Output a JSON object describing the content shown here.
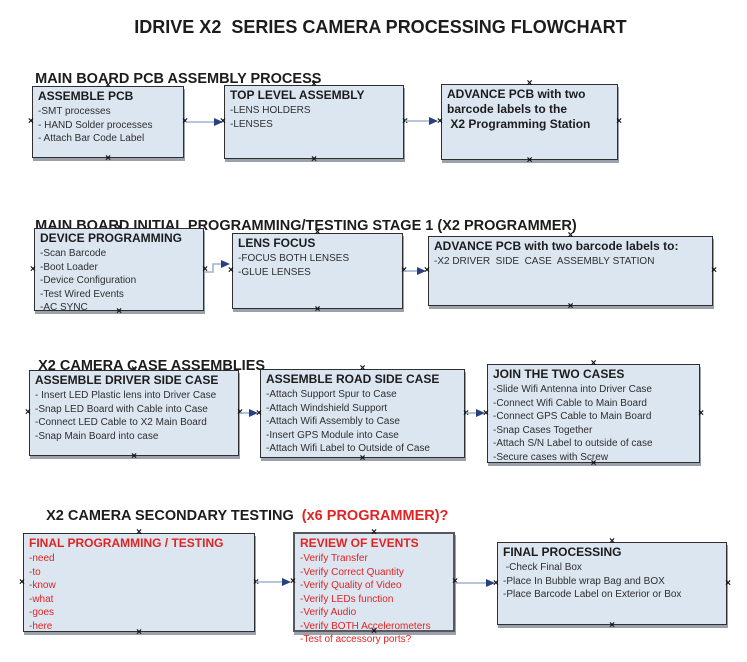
{
  "page_title": "IDRIVE X2  SERIES CAMERA PROCESSING FLOWCHART",
  "handle_glyph": "×",
  "colors": {
    "box_fill": "#dce6f1",
    "box_border": "#2f2f2f",
    "box_shadow": "#9aa1ab",
    "red": "#df2423",
    "text": "#1c1c1c",
    "item_text": "#2e2e2e",
    "arrow_line": "#9db4d4",
    "arrow_head": "#26417e"
  },
  "sections": [
    {
      "heading": "MAIN BOARD PCB ASSEMBLY PROCESS",
      "boxes": [
        {
          "title": "ASSEMBLE PCB",
          "items": [
            "-SMT processes",
            "- HAND Solder processes",
            "- Attach Bar Code Label"
          ]
        },
        {
          "title": "TOP LEVEL ASSEMBLY",
          "items": [
            "-LENS HOLDERS",
            "-LENSES"
          ]
        },
        {
          "title": "ADVANCE PCB with two\nbarcode labels to the\n X2 Programming Station",
          "items": []
        }
      ]
    },
    {
      "heading": "MAIN BOARD INITIAL PROGRAMMING/TESTING STAGE 1 (X2 PROGRAMMER)",
      "boxes": [
        {
          "title": "DEVICE PROGRAMMING",
          "items": [
            "-Scan Barcode",
            "-Boot Loader",
            "-Device Configuration",
            "-Test Wired Events",
            "-AC SYNC"
          ]
        },
        {
          "title": "LENS FOCUS",
          "items": [
            "-FOCUS BOTH LENSES",
            "-GLUE LENSES"
          ]
        },
        {
          "title": "ADVANCE PCB with two barcode labels to:",
          "items": [
            "-X2 DRIVER  SIDE  CASE  ASSEMBLY STATION"
          ]
        }
      ]
    },
    {
      "heading": "X2 CAMERA CASE ASSEMBLIES",
      "boxes": [
        {
          "title": "ASSEMBLE DRIVER SIDE CASE",
          "items": [
            "- Insert LED Plastic lens into Driver Case",
            "-Snap LED Board with Cable into Case",
            "-Connect LED Cable to X2 Main Board",
            "-Snap Main Board into case"
          ]
        },
        {
          "title": "ASSEMBLE ROAD SIDE CASE",
          "items": [
            "-Attach Support Spur to Case",
            "-Attach Windshield Support",
            "-Attach Wifi Assembly to Case",
            "-Insert GPS Module into Case",
            "-Attach Wifi Label to Outside of Case"
          ]
        },
        {
          "title": "JOIN THE TWO CASES",
          "items": [
            "-Slide Wifi Antenna into Driver Case",
            "-Connect Wifi Cable to Main Board",
            "-Connect GPS Cable to Main Board",
            "-Snap Cases Together",
            "-Attach S/N Label to outside of case",
            "-Secure cases with Screw"
          ]
        }
      ]
    },
    {
      "heading": "X2 CAMERA SECONDARY TESTING ",
      "heading_red": " (x6 PROGRAMMER)?",
      "boxes": [
        {
          "title": "FINAL PROGRAMMING / TESTING",
          "red": true,
          "items": [
            "-need",
            "-to",
            "-know",
            "-what",
            "-goes",
            "-here"
          ]
        },
        {
          "title": "REVIEW OF EVENTS",
          "red": true,
          "items": [
            "-Verify Transfer",
            "-Verify Correct Quantity",
            "-Verify Quality of Video",
            "-Verify LEDs function",
            "-Verify Audio",
            "-Verify BOTH Accelerometers",
            "-Test of accessory ports?"
          ]
        },
        {
          "title": "FINAL PROCESSING",
          "items": [
            " -Check Final Box",
            "-Place In Bubble wrap Bag and BOX",
            "-Place Barcode Label on Exterior or Box"
          ]
        }
      ]
    }
  ]
}
